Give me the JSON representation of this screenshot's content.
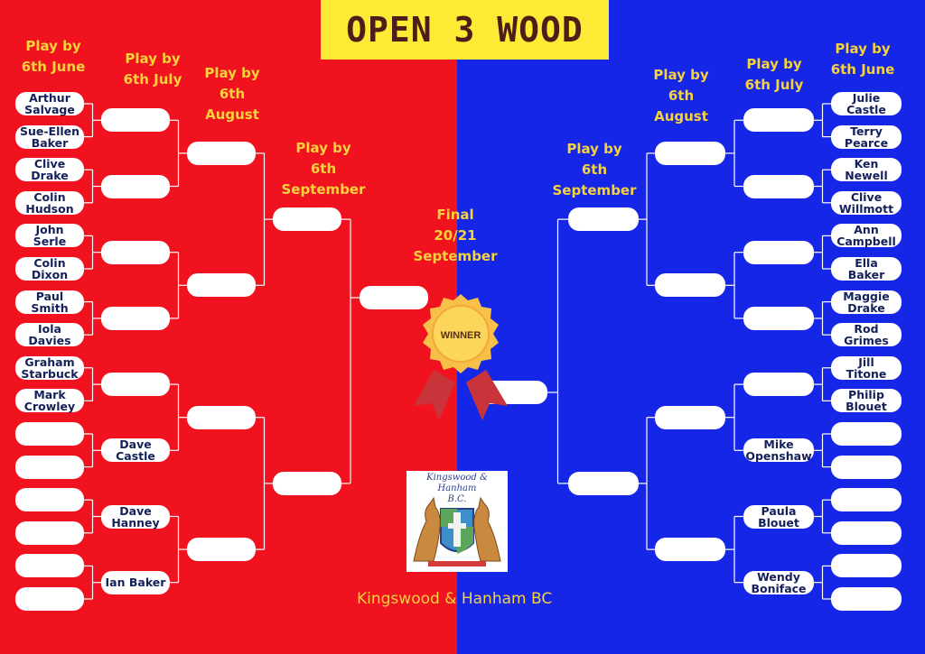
{
  "title": "OPEN 3 WOOD",
  "headers": {
    "left_r1": "Play by\n6th June",
    "left_r2": "Play by\n6th July",
    "left_r3": "Play by\n6th\nAugust",
    "left_r4": "Play by\n6th\nSeptember",
    "final": "Final\n20/21\nSeptember",
    "right_r4": "Play by\n6th\nSeptember",
    "right_r3": "Play by\n6th\nAugust",
    "right_r2": "Play by\n6th July",
    "right_r1": "Play by\n6th June"
  },
  "left": {
    "r1": [
      "Arthur\nSalvage",
      "Sue-Ellen\nBaker",
      "Clive\nDrake",
      "Colin\nHudson",
      "John\nSerle",
      "Colin\nDixon",
      "Paul\nSmith",
      "Iola\nDavies",
      "Graham\nStarbuck",
      "Mark\nCrowley",
      "",
      "",
      "",
      "",
      "",
      ""
    ],
    "r2": [
      "",
      "",
      "",
      "",
      "",
      "Dave\nCastle",
      "Dave\nHanney",
      "Ian Baker"
    ],
    "r3": [
      "",
      "",
      "",
      ""
    ],
    "r4": [
      "",
      ""
    ]
  },
  "right": {
    "r1": [
      "Julie\nCastle",
      "Terry\nPearce",
      "Ken\nNewell",
      "Clive\nWillmott",
      "Ann\nCampbell",
      "Ella\nBaker",
      "Maggie\nDrake",
      "Rod\nGrimes",
      "Jill\nTitone",
      "Philip\nBlouet",
      "",
      "",
      "",
      "",
      "",
      ""
    ],
    "r2": [
      "",
      "",
      "",
      "",
      "",
      "Mike\nOpenshaw",
      "Paula\nBlouet",
      "Wendy\nBoniface"
    ],
    "r3": [
      "",
      "",
      "",
      ""
    ],
    "r4": [
      "",
      ""
    ]
  },
  "final_slots": [
    "",
    ""
  ],
  "winner_label": "WINNER",
  "logo_text": "Kingswood & Hanham\nB.C.",
  "footer": "Kingswood & Hanham BC",
  "colors": {
    "left_bg": "#f0121f",
    "right_bg": "#1526e6",
    "accent": "#f6d33a",
    "title_bg": "#fdea35"
  }
}
